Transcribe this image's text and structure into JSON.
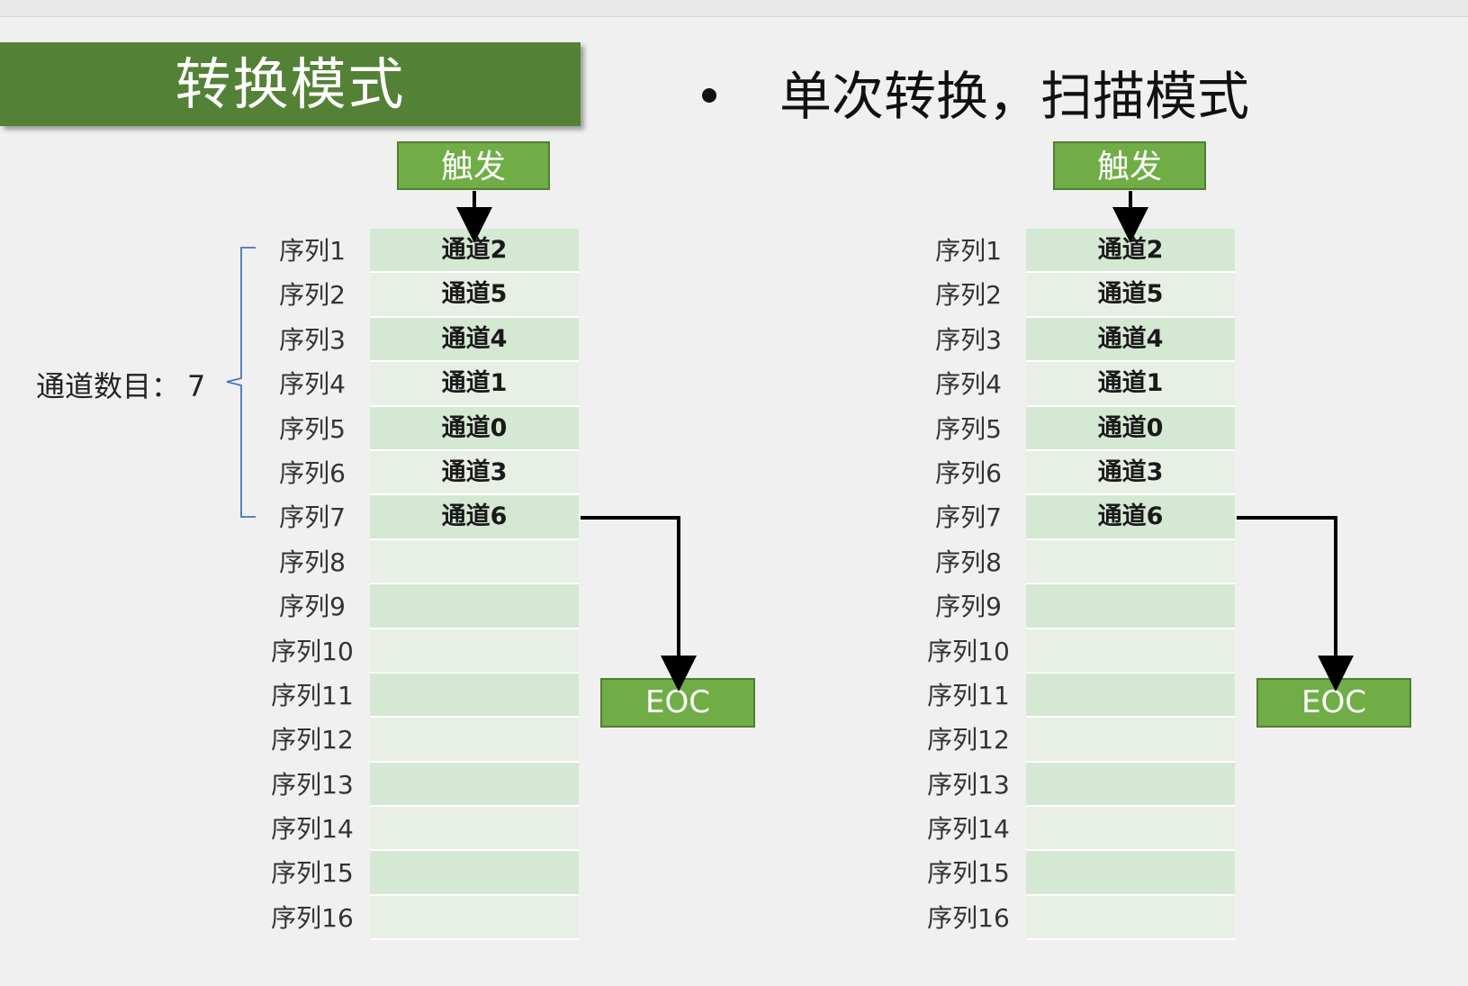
{
  "title_banner": "转换模式",
  "heading": "单次转换，扫描模式",
  "channel_count_label": "通道数目：",
  "channel_count_value": "7",
  "panels": [
    {
      "trigger_label": "触发",
      "eoc_label": "EOC",
      "sequences": [
        {
          "label": "序列1",
          "channel": "通道2"
        },
        {
          "label": "序列2",
          "channel": "通道5"
        },
        {
          "label": "序列3",
          "channel": "通道4"
        },
        {
          "label": "序列4",
          "channel": "通道1"
        },
        {
          "label": "序列5",
          "channel": "通道0"
        },
        {
          "label": "序列6",
          "channel": "通道3"
        },
        {
          "label": "序列7",
          "channel": "通道6"
        },
        {
          "label": "序列8",
          "channel": ""
        },
        {
          "label": "序列9",
          "channel": ""
        },
        {
          "label": "序列10",
          "channel": ""
        },
        {
          "label": "序列11",
          "channel": ""
        },
        {
          "label": "序列12",
          "channel": ""
        },
        {
          "label": "序列13",
          "channel": ""
        },
        {
          "label": "序列14",
          "channel": ""
        },
        {
          "label": "序列15",
          "channel": ""
        },
        {
          "label": "序列16",
          "channel": ""
        }
      ]
    },
    {
      "trigger_label": "触发",
      "eoc_label": "EOC",
      "sequences": [
        {
          "label": "序列1",
          "channel": "通道2"
        },
        {
          "label": "序列2",
          "channel": "通道5"
        },
        {
          "label": "序列3",
          "channel": "通道4"
        },
        {
          "label": "序列4",
          "channel": "通道1"
        },
        {
          "label": "序列5",
          "channel": "通道0"
        },
        {
          "label": "序列6",
          "channel": "通道3"
        },
        {
          "label": "序列7",
          "channel": "通道6"
        },
        {
          "label": "序列8",
          "channel": ""
        },
        {
          "label": "序列9",
          "channel": ""
        },
        {
          "label": "序列10",
          "channel": ""
        },
        {
          "label": "序列11",
          "channel": ""
        },
        {
          "label": "序列12",
          "channel": ""
        },
        {
          "label": "序列13",
          "channel": ""
        },
        {
          "label": "序列14",
          "channel": ""
        },
        {
          "label": "序列15",
          "channel": ""
        },
        {
          "label": "序列16",
          "channel": ""
        }
      ]
    }
  ],
  "colors": {
    "banner": "#538135",
    "box_fill": "#70ad47",
    "box_border": "#507e32",
    "row_odd": "#d5e8d4",
    "row_even": "#e8efe4",
    "bracket": "#4a74b4"
  }
}
